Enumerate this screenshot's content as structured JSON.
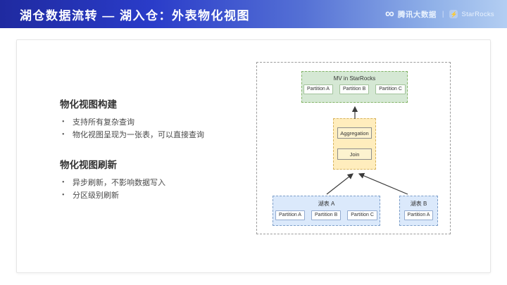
{
  "header": {
    "title": "湖仓数据流转 — 湖入仓：外表物化视图",
    "brand": {
      "tencent_label": "腾讯大数据",
      "divider": "|",
      "starrocks_label": "StarRocks",
      "infinity_glyph": "∞",
      "bolt_glyph": "⚡"
    }
  },
  "content": {
    "bullet_glyph": "•",
    "sections": [
      {
        "heading": "物化视图构建",
        "bullets": [
          "支持所有复杂查询",
          "物化视图呈现为一张表，可以直接查询"
        ]
      },
      {
        "heading": "物化视图刷新",
        "bullets": [
          "异步刷新，不影响数据写入",
          "分区级别刷新"
        ]
      }
    ]
  },
  "diagram": {
    "mv": {
      "title": "MV in StarRocks",
      "partitions": [
        "Partition A",
        "Partition B",
        "Partition C"
      ]
    },
    "process": {
      "steps": [
        "Aggregation",
        "Join"
      ]
    },
    "lakes": [
      {
        "title": "湖表 A",
        "partitions": [
          "Partition A",
          "Partition B",
          "Partition C"
        ]
      },
      {
        "title": "湖表 B",
        "partitions": [
          "Partition A"
        ]
      }
    ]
  },
  "colors": {
    "header_gradient_start": "#1f2aa0",
    "header_gradient_end": "#b3cef2",
    "mv_fill": "#d5e8d4",
    "mv_border": "#82b366",
    "process_fill": "#ffedbd",
    "process_border": "#d8b45f",
    "lake_fill": "#dbe9fb",
    "lake_border": "#7e9fc9",
    "outer_border": "#9b9b9b"
  }
}
